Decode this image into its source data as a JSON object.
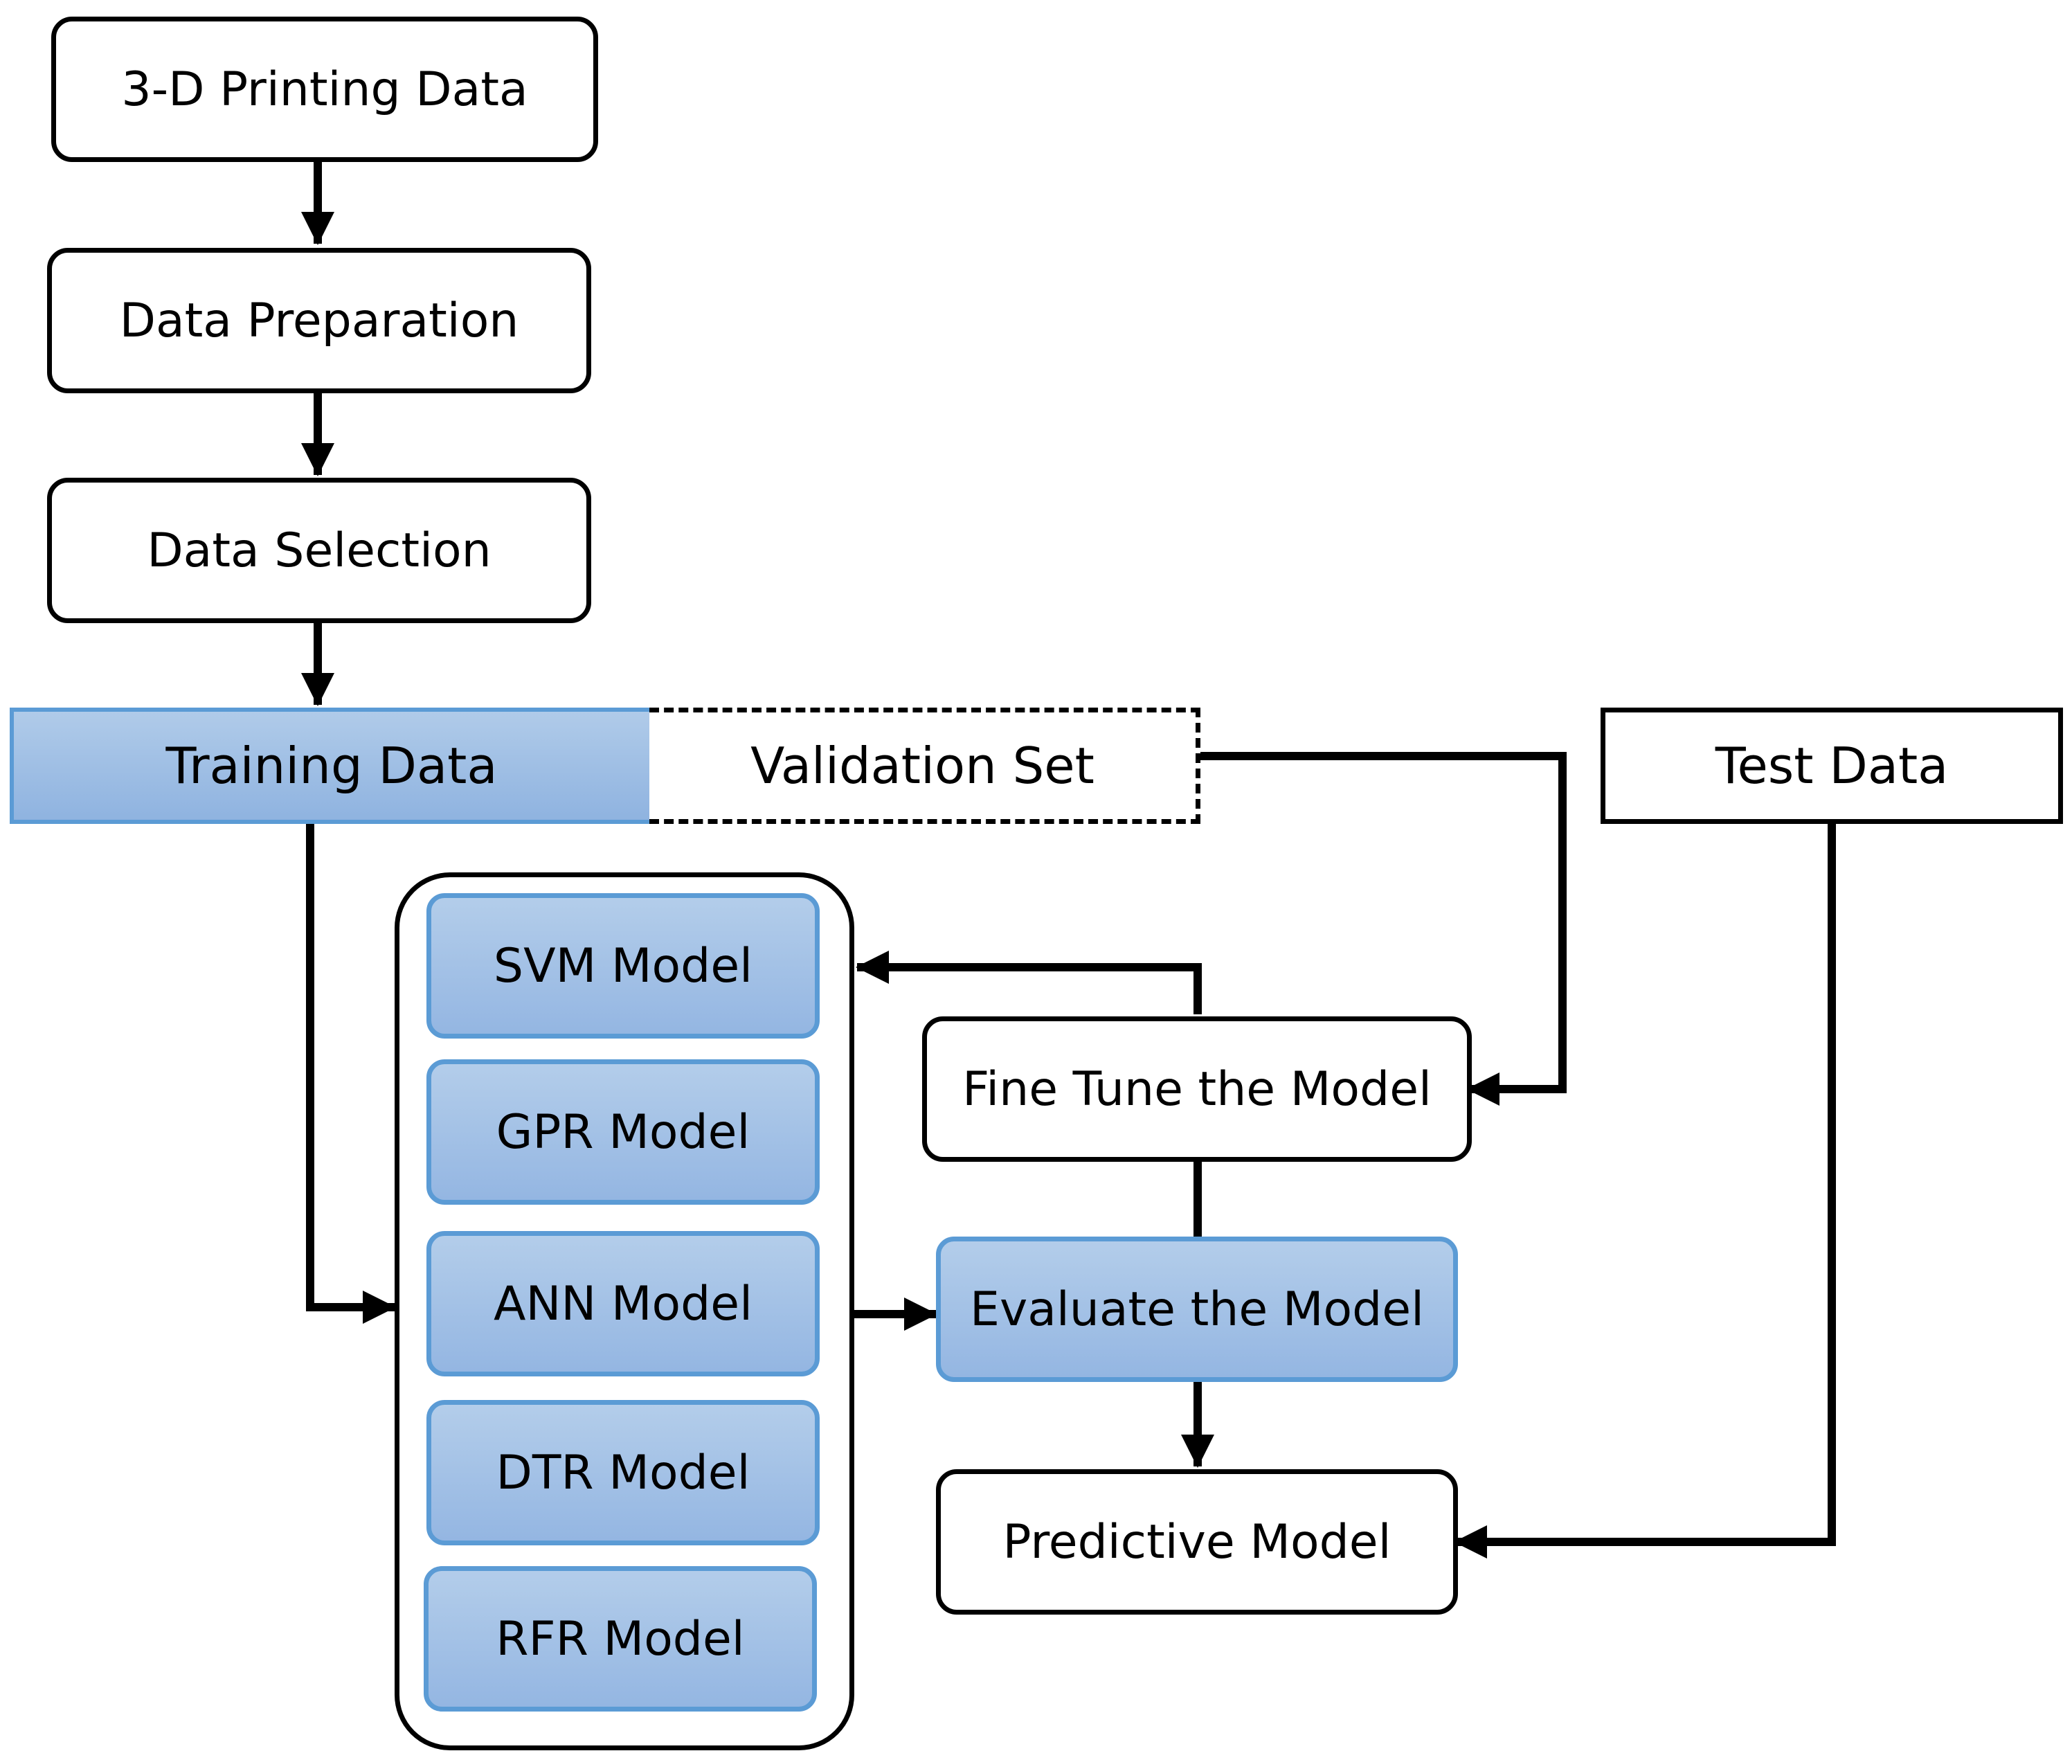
{
  "nodes": {
    "printing_data": "3-D Printing Data",
    "data_preparation": "Data Preparation",
    "data_selection": "Data Selection",
    "training_data": "Training Data",
    "validation_set": "Validation Set",
    "test_data": "Test Data",
    "models": [
      "SVM Model",
      "GPR Model",
      "ANN Model",
      "DTR Model",
      "RFR Model"
    ],
    "fine_tune": "Fine Tune the Model",
    "evaluate": "Evaluate the Model",
    "predictive": "Predictive Model"
  },
  "colors": {
    "stroke": "#000000",
    "blue_fill_top": "#b3cdea",
    "blue_fill_bottom": "#94b6e2",
    "blue_border": "#5b9bd5"
  }
}
